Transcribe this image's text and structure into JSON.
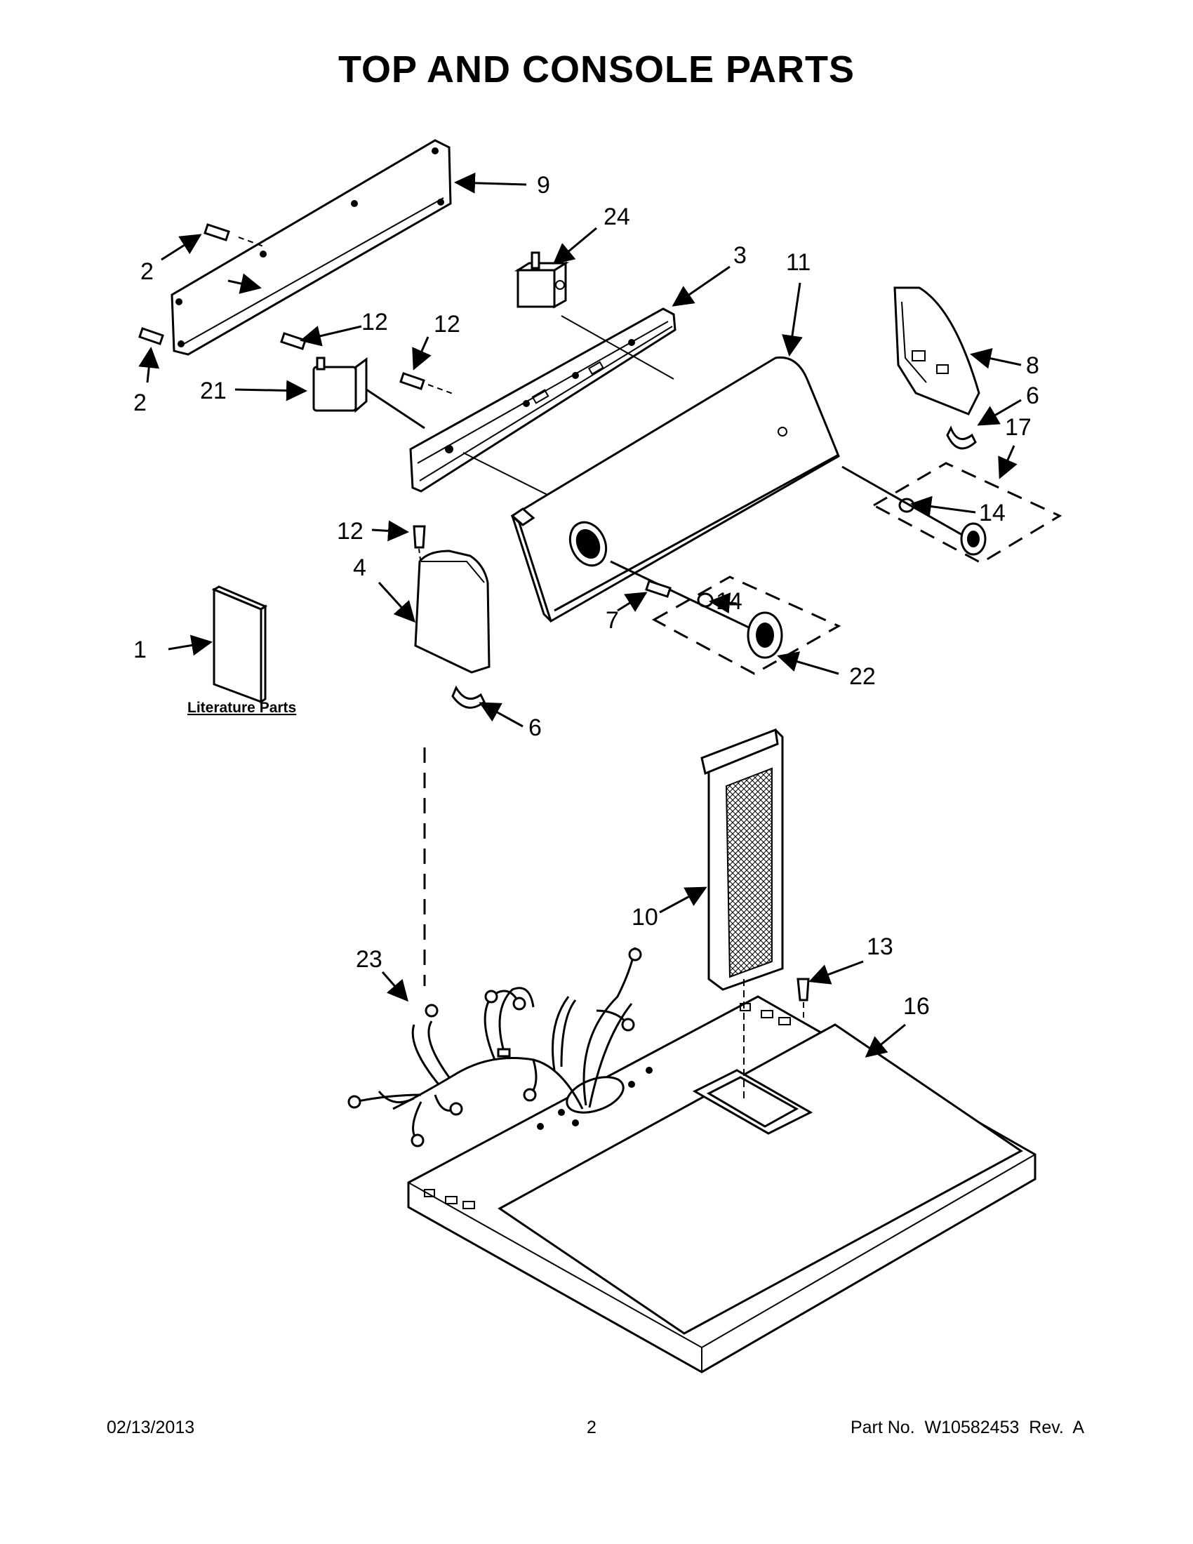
{
  "title": "TOP AND CONSOLE PARTS",
  "callouts": {
    "c1": "1",
    "c2a": "2",
    "c2b": "2",
    "c3": "3",
    "c4": "4",
    "c6a": "6",
    "c6b": "6",
    "c7": "7",
    "c8": "8",
    "c9": "9",
    "c10": "10",
    "c11": "11",
    "c12a": "12",
    "c12b": "12",
    "c12c": "12",
    "c13": "13",
    "c14a": "14",
    "c14b": "14",
    "c16": "16",
    "c17": "17",
    "c21": "21",
    "c22": "22",
    "c23": "23",
    "c24": "24"
  },
  "literature_label": "Literature Parts",
  "footer": {
    "date": "02/13/2013",
    "page": "2",
    "part_no": "Part No.  W10582453  Rev.  A"
  }
}
